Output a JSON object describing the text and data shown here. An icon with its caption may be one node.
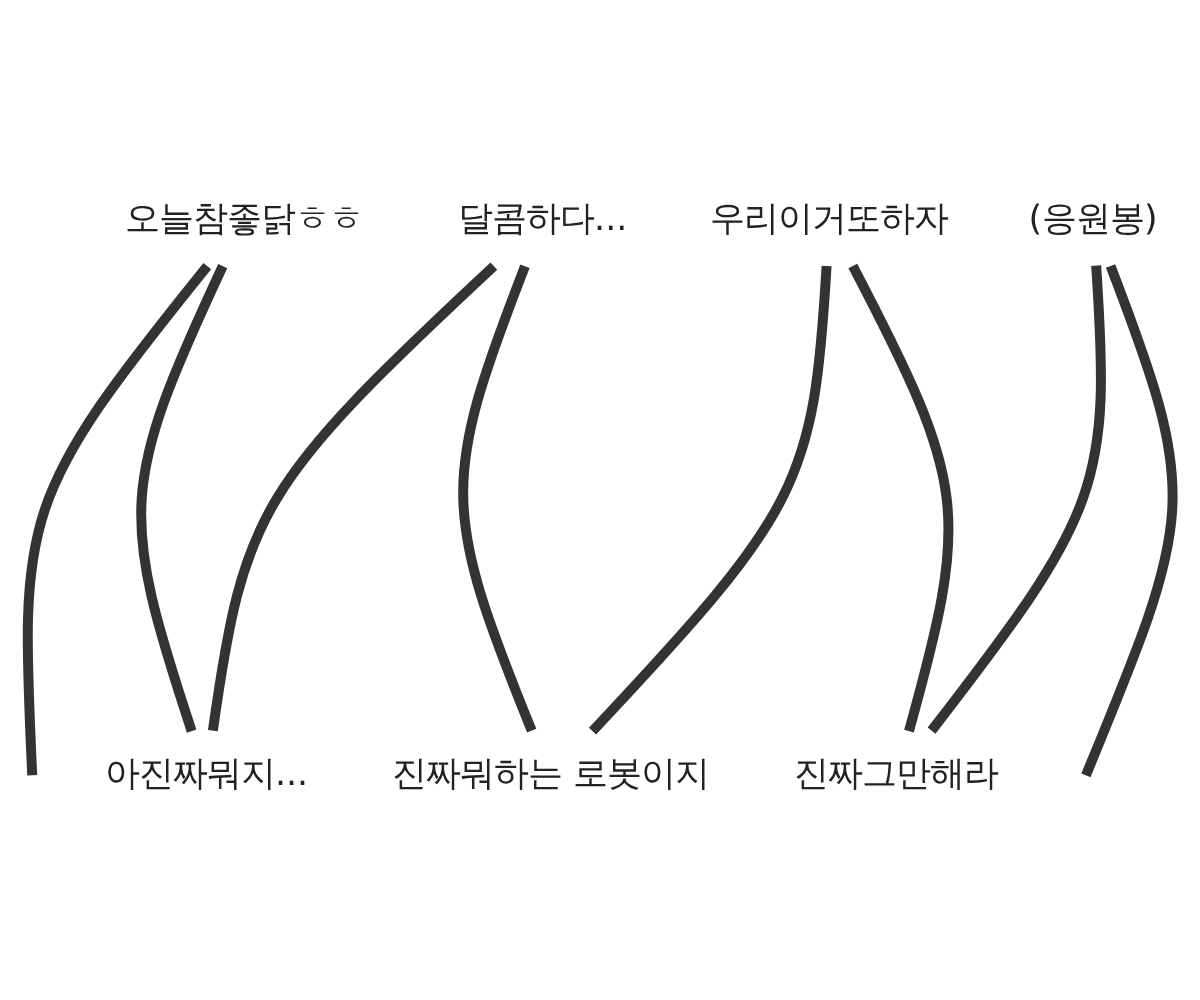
{
  "diagram": {
    "nodes": [
      {
        "text": [
          "오늘참좋닭ㅎㅎ"
        ]
      },
      {
        "text": [
          "달콤하다..."
        ]
      },
      {
        "text": [
          "우리이거또하자"
        ]
      },
      {
        "text": [
          "(응원봉)"
        ]
      },
      {
        "text": [
          "아진짜뭐지..."
        ]
      },
      {
        "text": [
          "진짜뭐하는 로봇이지"
        ]
      },
      {
        "text": [
          "진짜그만해라"
        ]
      }
    ],
    "edges": [
      {
        "from": null,
        "to": 0,
        "arrow": "none"
      },
      {
        "from": 0,
        "to": 4,
        "arrow": "none"
      },
      {
        "from": 4,
        "to": 1,
        "arrow": "none"
      },
      {
        "from": 1,
        "to": 5,
        "arrow": "none"
      },
      {
        "from": 5,
        "to": 2,
        "arrow": "none"
      },
      {
        "from": 2,
        "to": 6,
        "arrow": "none"
      },
      {
        "from": 6,
        "to": 3,
        "arrow": "none"
      },
      {
        "from": 3,
        "to": null,
        "arrow": "none"
      }
    ]
  }
}
